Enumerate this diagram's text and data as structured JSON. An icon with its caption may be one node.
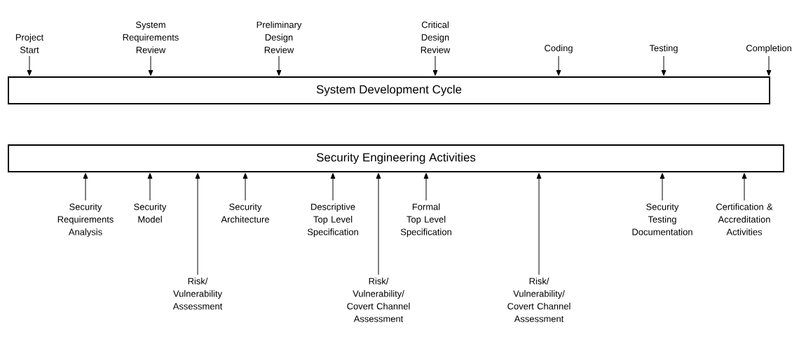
{
  "diagram": {
    "nodes": [
      {
        "text": [
          "Project Start"
        ]
      },
      {
        "text": [
          "System Requirements Review"
        ]
      },
      {
        "text": [
          "Preliminary Design Review"
        ]
      },
      {
        "text": [
          "Critical Design Review"
        ]
      },
      {
        "text": [
          "Coding"
        ]
      },
      {
        "text": [
          "Testing"
        ]
      },
      {
        "text": [
          "Completion"
        ]
      },
      {
        "text": [
          "System Development Cycle"
        ]
      },
      {
        "text": [
          "Security Engineering Activities"
        ]
      },
      {
        "text": [
          "Security Requirements Analysis"
        ]
      },
      {
        "text": [
          "Security Model"
        ]
      },
      {
        "text": [
          "Risk/ Vulnerability Assessment"
        ]
      },
      {
        "text": [
          "Security Architecture"
        ]
      },
      {
        "text": [
          "Descriptive Top Level Specification"
        ]
      },
      {
        "text": [
          "Risk/ Vulnerability/ Covert Channel Assessment"
        ]
      },
      {
        "text": [
          "Formal Top Level Specification"
        ]
      },
      {
        "text": [
          "Risk/ Vulnerability/ Covert Channel Assessment"
        ]
      },
      {
        "text": [
          "Security Testing Documentation"
        ]
      },
      {
        "text": [
          "Certification & Accreditation Activities"
        ]
      }
    ],
    "edges": [
      {
        "from": 0,
        "to": 7,
        "arrow": "to"
      },
      {
        "from": 1,
        "to": 7,
        "arrow": "to"
      },
      {
        "from": 2,
        "to": 7,
        "arrow": "to"
      },
      {
        "from": 3,
        "to": 7,
        "arrow": "to"
      },
      {
        "from": 4,
        "to": 7,
        "arrow": "to"
      },
      {
        "from": 5,
        "to": 7,
        "arrow": "to"
      },
      {
        "from": 6,
        "to": 7,
        "arrow": "to"
      },
      {
        "from": 9,
        "to": 8,
        "arrow": "to"
      },
      {
        "from": 10,
        "to": 8,
        "arrow": "to"
      },
      {
        "from": 11,
        "to": 8,
        "arrow": "to"
      },
      {
        "from": 12,
        "to": 8,
        "arrow": "to"
      },
      {
        "from": 13,
        "to": 8,
        "arrow": "to"
      },
      {
        "from": 14,
        "to": 8,
        "arrow": "to"
      },
      {
        "from": 15,
        "to": 8,
        "arrow": "to"
      },
      {
        "from": 16,
        "to": 8,
        "arrow": "to"
      },
      {
        "from": 17,
        "to": 8,
        "arrow": "to"
      },
      {
        "from": 18,
        "to": 8,
        "arrow": "to"
      }
    ]
  }
}
